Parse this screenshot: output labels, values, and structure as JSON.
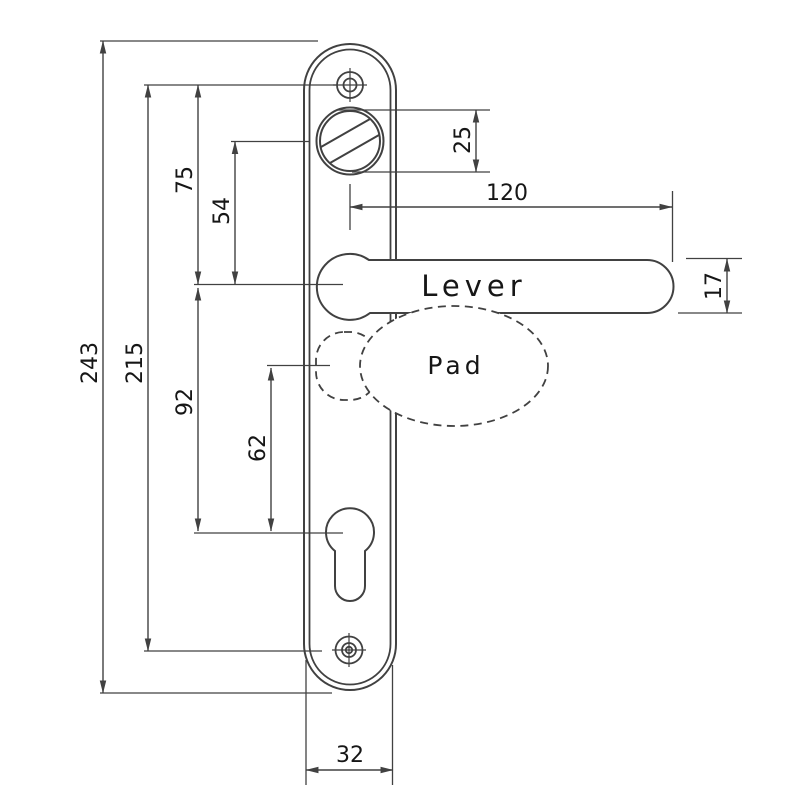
{
  "diagram": {
    "labels": {
      "lever": "Lever",
      "pad": "Pad"
    },
    "dimensions": {
      "overall_height": "243",
      "fixing_centres": "215",
      "top_screw_to_handle": "75",
      "thumbturn_to_handle": "54",
      "handle_to_cylinder": "92",
      "pad_to_cylinder": "62",
      "thumbturn_diameter": "25",
      "lever_length": "120",
      "lever_depth": "17",
      "plate_width": "32"
    },
    "colors": {
      "line": "#414141",
      "text": "#161616",
      "background": "#ffffff"
    }
  }
}
